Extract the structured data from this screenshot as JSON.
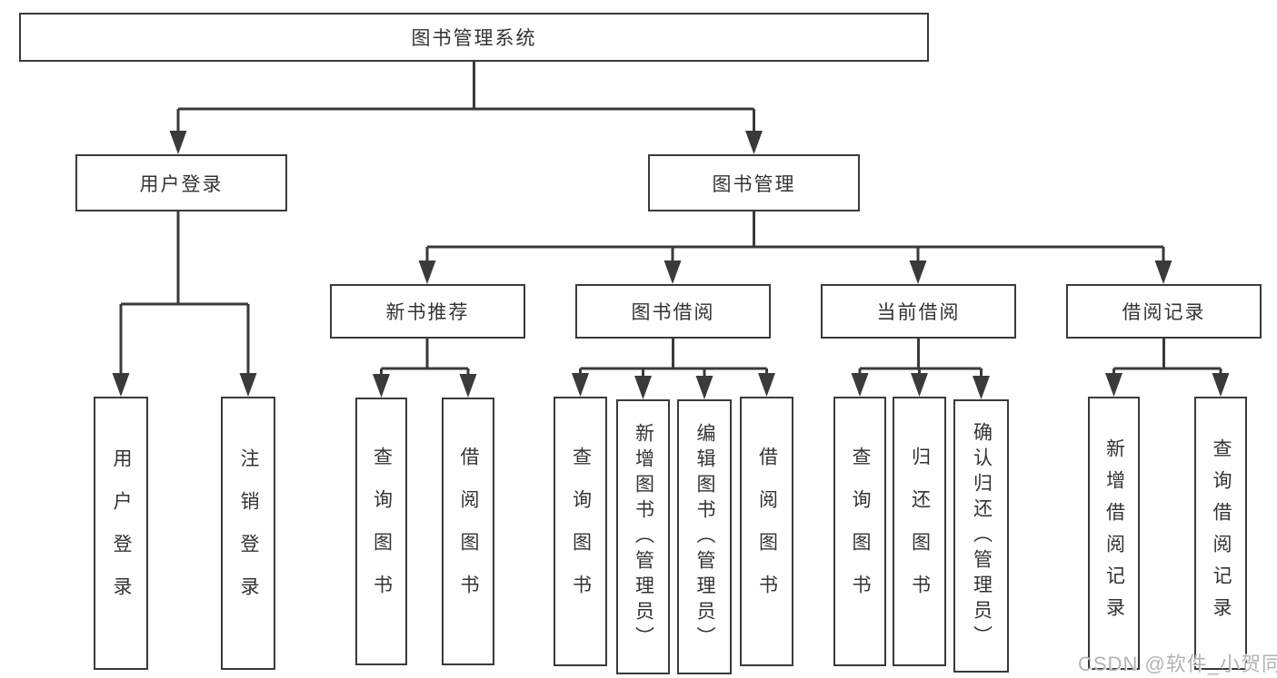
{
  "root": {
    "label": "图书管理系统"
  },
  "branches": {
    "user_login": {
      "label": "用户登录",
      "children": {
        "login": {
          "label": "用户登录"
        },
        "logout": {
          "label": "注销登录"
        }
      }
    },
    "book_mgmt": {
      "label": "图书管理",
      "children": {
        "new_book_rec": {
          "label": "新书推荐",
          "children": {
            "query": {
              "label": "查询图书"
            },
            "borrow": {
              "label": "借阅图书"
            }
          }
        },
        "book_borrow": {
          "label": "图书借阅",
          "children": {
            "query": {
              "label": "查询图书"
            },
            "add": {
              "label": "新增图书（管理员）"
            },
            "edit": {
              "label": "编辑图书（管理员）"
            },
            "borrow": {
              "label": "借阅图书"
            }
          }
        },
        "current_borrow": {
          "label": "当前借阅",
          "children": {
            "query": {
              "label": "查询图书"
            },
            "return": {
              "label": "归还图书"
            },
            "confirm_return": {
              "label": "确认归还（管理员）"
            }
          }
        },
        "borrow_records": {
          "label": "借阅记录",
          "children": {
            "add": {
              "label": "新增借阅记录"
            },
            "query": {
              "label": "查询借阅记录"
            }
          }
        }
      }
    }
  },
  "watermark": {
    "text": "CSDN @软件_小贺同学"
  },
  "colors": {
    "line": "#3a3a3a",
    "text": "#333333",
    "background": "#ffffff",
    "watermark": "#b3b3b3"
  }
}
